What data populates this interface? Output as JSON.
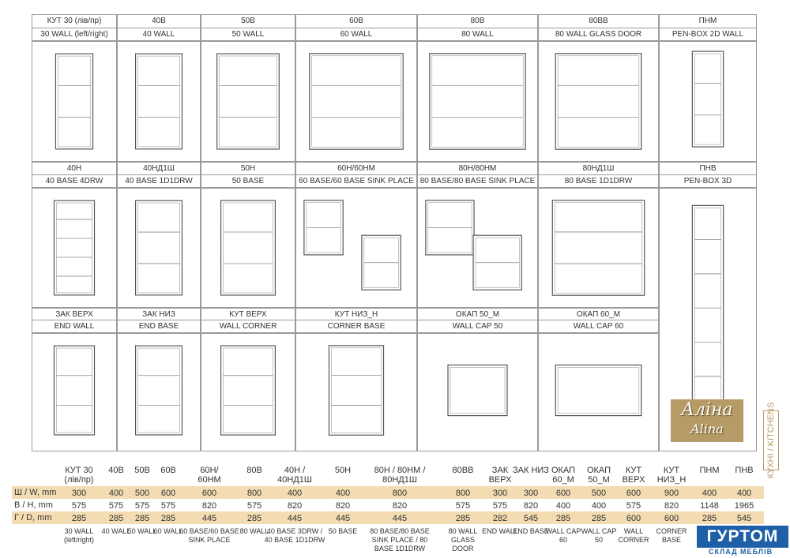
{
  "grid": {
    "row1": [
      {
        "code": "КУТ 30 (лів/пр)",
        "name": "30 WALL (left/right)"
      },
      {
        "code": "40В",
        "name": "40 WALL"
      },
      {
        "code": "50В",
        "name": "50 WALL"
      },
      {
        "code": "60В",
        "name": "60 WALL"
      },
      {
        "code": "80В",
        "name": "80 WALL"
      },
      {
        "code": "80ВВ",
        "name": "80 WALL GLASS DOOR"
      },
      {
        "code": "ПНМ",
        "name": "PEN-BOX 2D WALL"
      }
    ],
    "row2": [
      {
        "code": "40Н",
        "name": "40 BASE 4DRW"
      },
      {
        "code": "40НД1Ш",
        "name": "40 BASE 1D1DRW"
      },
      {
        "code": "50Н",
        "name": "50 BASE"
      },
      {
        "code": "60Н/60НМ",
        "name": "60 BASE/60 BASE SINK PLACE"
      },
      {
        "code": "80Н/80НМ",
        "name": "80 BASE/80 BASE SINK PLACE"
      },
      {
        "code": "80НД1Ш",
        "name": "80 BASE 1D1DRW"
      },
      {
        "code": "ПНВ",
        "name": "PEN-BOX 3D"
      }
    ],
    "row3": [
      {
        "code": "ЗАК ВЕРХ",
        "name": "END WALL"
      },
      {
        "code": "ЗАК НИЗ",
        "name": "END BASE"
      },
      {
        "code": "КУТ ВЕРХ",
        "name": "WALL CORNER"
      },
      {
        "code": "КУТ НИЗ_Н",
        "name": "CORNER BASE"
      },
      {
        "code": "ОКАП 50_М",
        "name": "WALL CAP 50"
      },
      {
        "code": "ОКАП 60_М",
        "name": "WALL CAP 60"
      }
    ]
  },
  "brand": {
    "name_ua": "Аліна",
    "name_en": "Alina",
    "category": "КУХНІ / KITCHENS"
  },
  "table": {
    "row_labels": [
      "Ш / W, mm",
      "В / H, mm",
      "Г / D, mm"
    ],
    "columns": [
      {
        "code": "КУТ 30 (лів/пр)",
        "w": "300",
        "h": "575",
        "d": "285",
        "name": "30 WALL (left/right)"
      },
      {
        "code": "40В",
        "w": "400",
        "h": "575",
        "d": "285",
        "name": "40 WALL"
      },
      {
        "code": "50В",
        "w": "500",
        "h": "575",
        "d": "285",
        "name": "50 WALL"
      },
      {
        "code": "60В",
        "w": "600",
        "h": "575",
        "d": "285",
        "name": "60 WALL"
      },
      {
        "code": "60Н/ 60НМ",
        "w": "600",
        "h": "820",
        "d": "445",
        "name": "60 BASE/60 BASE SINK PLACE"
      },
      {
        "code": "80В",
        "w": "800",
        "h": "575",
        "d": "285",
        "name": "80 WALL"
      },
      {
        "code": "40Н / 40НД1Ш",
        "w": "400",
        "h": "820",
        "d": "445",
        "name": "40 BASE 3DRW / 40 BASE 1D1DRW"
      },
      {
        "code": "50Н",
        "w": "400",
        "h": "820",
        "d": "445",
        "name": "50 BASE"
      },
      {
        "code": "80Н / 80НМ / 80НД1Ш",
        "w": "800",
        "h": "820",
        "d": "445",
        "name": "80 BASE/80 BASE SINK PLACE / 80 BASE 1D1DRW"
      },
      {
        "code": "80ВВ",
        "w": "800",
        "h": "575",
        "d": "285",
        "name": "80 WALL GLASS DOOR"
      },
      {
        "code": "ЗАК ВЕРХ",
        "w": "300",
        "h": "575",
        "d": "282",
        "name": "END WALL"
      },
      {
        "code": "ЗАК НИЗ",
        "w": "300",
        "h": "820",
        "d": "545",
        "name": "END BASE"
      },
      {
        "code": "ОКАП 60_М",
        "w": "600",
        "h": "400",
        "d": "285",
        "name": "WALL CAP 60"
      },
      {
        "code": "ОКАП 50_М",
        "w": "500",
        "h": "400",
        "d": "285",
        "name": "WALL CAP 50"
      },
      {
        "code": "КУТ ВЕРХ",
        "w": "600",
        "h": "575",
        "d": "600",
        "name": "WALL CORNER"
      },
      {
        "code": "КУТ НИЗ_Н",
        "w": "900",
        "h": "820",
        "d": "600",
        "name": "CORNER BASE"
      },
      {
        "code": "ПНМ",
        "w": "400",
        "h": "1148",
        "d": "285",
        "name": ""
      },
      {
        "code": "ПНВ",
        "w": "400",
        "h": "1965",
        "d": "545",
        "name": ""
      }
    ]
  },
  "store": {
    "name": "ГУРТОМ",
    "subtitle": "СКЛАД МЕБЛІВ",
    "color": "#1f5fa8"
  },
  "colors": {
    "band": "#f3dcb2",
    "brand": "#b79b67"
  }
}
